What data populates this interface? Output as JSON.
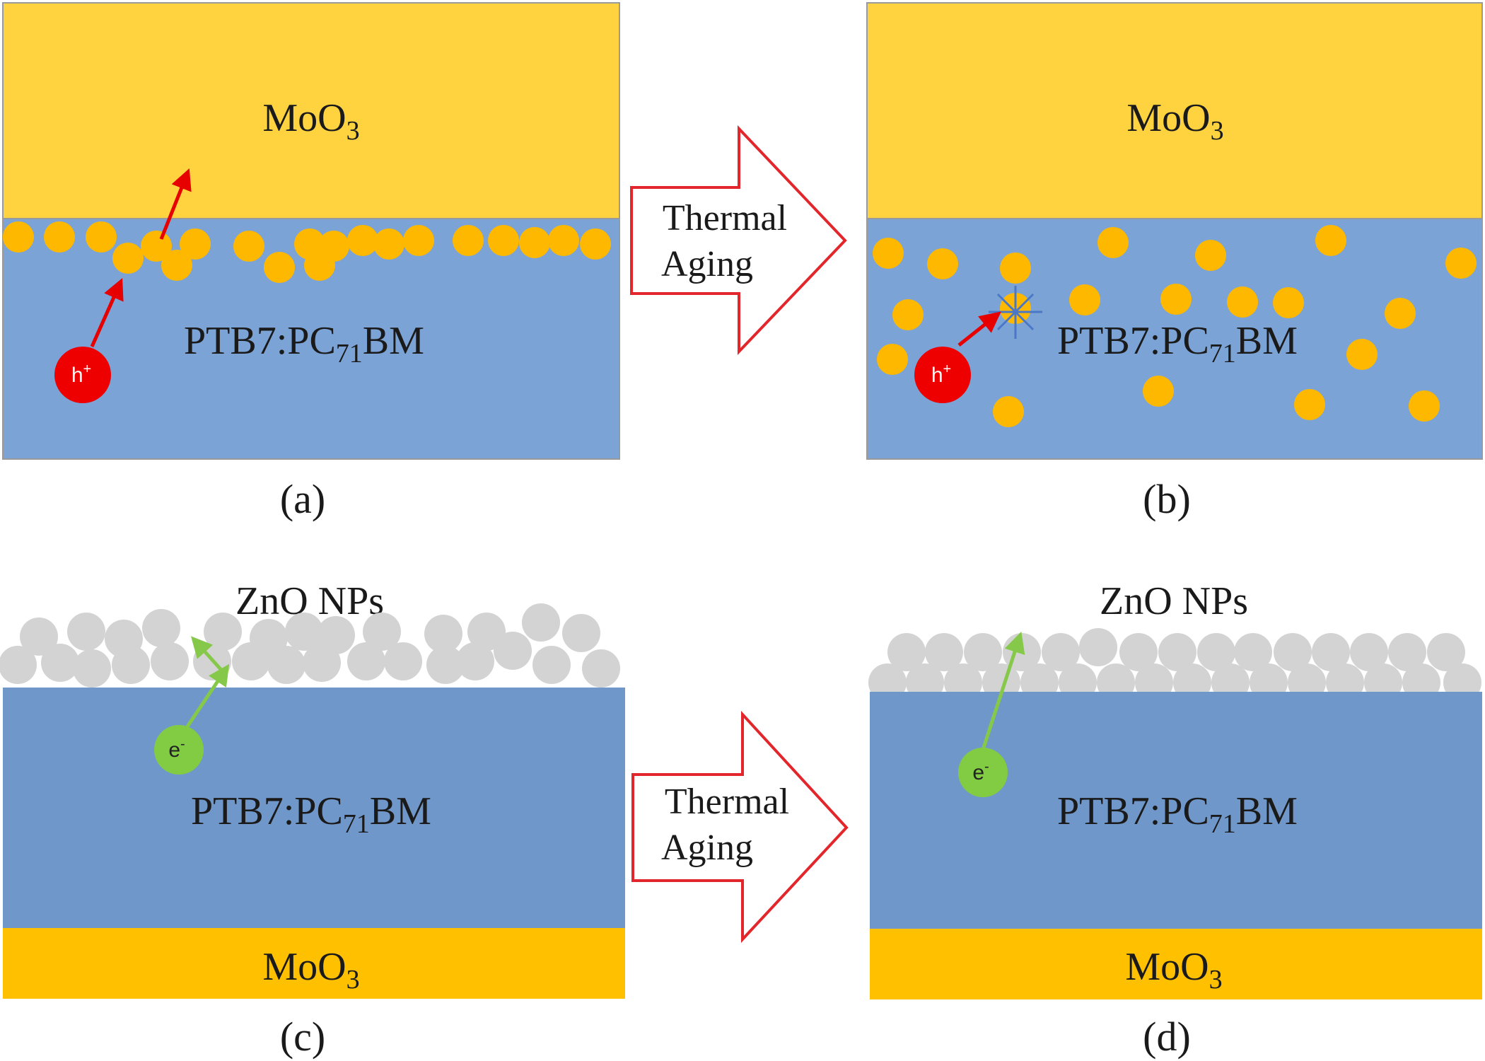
{
  "panels": {
    "a": {
      "caption": "(a)",
      "top_layer": {
        "base": "MoO",
        "sub": "3"
      },
      "active_layer": {
        "base": "PTB7:PC",
        "sub": "71",
        "rest": "BM"
      },
      "carrier": {
        "base": "h",
        "sup": "+"
      }
    },
    "b": {
      "caption": "(b)",
      "top_layer": {
        "base": "MoO",
        "sub": "3"
      },
      "active_layer": {
        "base": "PTB7:PC",
        "sub": "71",
        "rest": "BM"
      },
      "carrier": {
        "base": "h",
        "sup": "+"
      }
    },
    "c": {
      "caption": "(c)",
      "np_label": "ZnO NPs",
      "active_layer": {
        "base": "PTB7:PC",
        "sub": "71",
        "rest": "BM"
      },
      "bottom_layer": {
        "base": "MoO",
        "sub": "3"
      },
      "carrier": {
        "base": "e",
        "sup": "-"
      }
    },
    "d": {
      "caption": "(d)",
      "np_label": "ZnO NPs",
      "active_layer": {
        "base": "PTB7:PC",
        "sub": "71",
        "rest": "BM"
      },
      "bottom_layer": {
        "base": "MoO",
        "sub": "3"
      },
      "carrier": {
        "base": "e",
        "sup": "-"
      }
    }
  },
  "arrows": {
    "top": {
      "line1": "Thermal",
      "line2": "Aging"
    },
    "bottom": {
      "line1": "Thermal",
      "line2": "Aging"
    }
  },
  "colors": {
    "moo3_top": "#FFD23F",
    "moo3_bottom": "#FFC000",
    "active": "#7BA3D6",
    "active_lower": "#7097C9",
    "particle": "#FFB800",
    "zno": "#D3D3D3",
    "hole": "#EE0000",
    "electron": "#82CC44",
    "arrow_outline": "#E3262B"
  }
}
